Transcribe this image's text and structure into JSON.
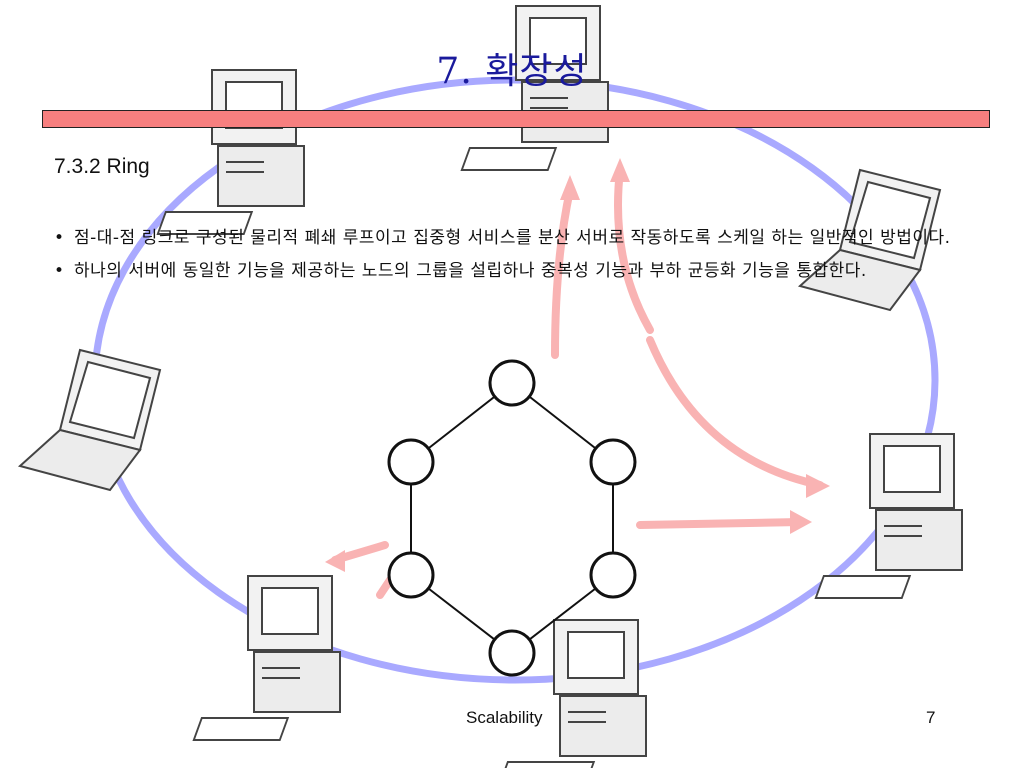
{
  "slide": {
    "title": "7. 확장성",
    "subtitle": "7.3.2 Ring",
    "bullets": [
      "점-대-점 링크로 구성된 물리적 폐쇄 루프이고 집중형 서비스를 분산 서버로 작동하도록 스케일 하는 일반적인 방법이다.",
      "하나의 서버에 동일한 기능을 제공하는 노드의 그룹을 설립하나 중복성 기능과 부하 균등화 기능을 통합한다."
    ],
    "footer": "Scalability",
    "page_number": "7"
  },
  "colors": {
    "title_text": "#1a1a9c",
    "title_bar": "#f77f7f",
    "ring_line": "#a9a9ff",
    "flow_arrow": "#f9b3b3"
  }
}
